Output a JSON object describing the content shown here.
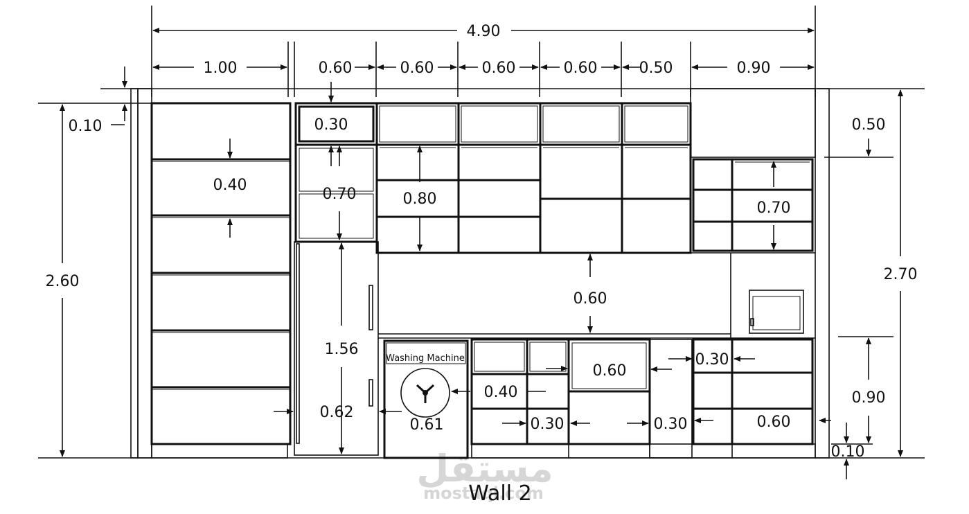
{
  "drawing": {
    "title": "Wall 2",
    "appliance_label": "Washing Machine",
    "watermark": "مستقل",
    "watermark_site": "mostaql.com",
    "overall_width": "4.90",
    "segments": [
      "1.00",
      "0.60",
      "0.60",
      "0.60",
      "0.60",
      "0.50",
      "0.90"
    ],
    "left_height": "2.60",
    "right_height": "2.70",
    "top_offset": "0.10",
    "right_top": "0.50",
    "right_lower": "0.90",
    "bottom_offset": "0.10",
    "inner": {
      "d030_top": "0.30",
      "d040_left": "0.40",
      "d070_col2": "0.70",
      "d080": "0.80",
      "d070_right": "0.70",
      "d060_mid": "0.60",
      "d156": "1.56",
      "d062": "0.62",
      "d061": "0.61",
      "d040_low": "0.40",
      "d060_low": "0.60",
      "d030_r": "0.30",
      "d030_a": "0.30",
      "d030_b": "0.30",
      "d060_r": "0.60"
    }
  }
}
